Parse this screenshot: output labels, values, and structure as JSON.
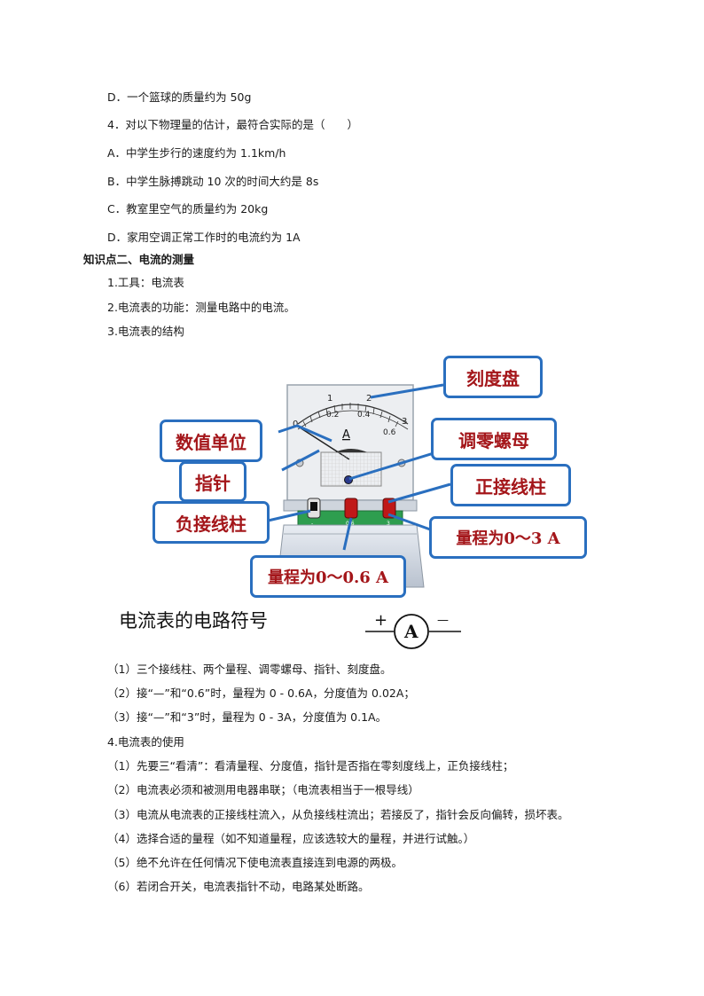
{
  "questions": {
    "q3_option_d": "D．一个篮球的质量约为 50g",
    "q4_stem": "4．对以下物理量的估计，最符合实际的是（　　）",
    "q4_option_a": "A．中学生步行的速度约为 1.1km/h",
    "q4_option_b": "B．中学生脉搏跳动 10 次的时间大约是 8s",
    "q4_option_c": "C．教室里空气的质量约为 20kg",
    "q4_option_d": "D．家用空调正常工作时的电流约为 1A"
  },
  "section": {
    "title": "知识点二、电流的测量",
    "item1": "1.工具：电流表",
    "item2": "2.电流表的功能：测量电路中的电流。",
    "item3": "3.电流表的结构"
  },
  "figure": {
    "scale_labels_top": [
      "1",
      "2"
    ],
    "scale_labels_bottom": [
      "0",
      "0.2",
      "0.4",
      "0.6"
    ],
    "scale_label_zero": "0",
    "scale_label_three": "3",
    "unit_letter": "A",
    "terminal_labels": [
      "-",
      "0.6",
      "3"
    ],
    "callouts": {
      "dial": "刻度盘",
      "unit": "数值单位",
      "zero_adjust": "调零螺母",
      "pointer": "指针",
      "positive_terminal": "正接线柱",
      "negative_terminal": "负接线柱",
      "range_3": "量程为0～3 A",
      "range_06": "量程为0～0.6 A"
    },
    "colors": {
      "callout_border": "#2a6fbf",
      "callout_text": "#a4161a",
      "base_green": "#2e9e4f"
    }
  },
  "symbol": {
    "label": "电流表的电路符号",
    "plus": "+",
    "minus": "—",
    "letter": "A"
  },
  "structure_notes": {
    "n1": "（1）三个接线柱、两个量程、调零螺母、指针、刻度盘。",
    "n2": "（2）接“—”和“0.6”时，量程为 0 - 0.6A，分度值为 0.02A；",
    "n3": "（3）接“—”和“3”时，量程为 0 - 3A，分度值为 0.1A。"
  },
  "usage": {
    "title": "4.电流表的使用",
    "u1": "（1）先要三“看清”：看清量程、分度值，指针是否指在零刻度线上，正负接线柱；",
    "u2": "（2）电流表必须和被测用电器串联；（电流表相当于一根导线）",
    "u3": "（3）电流从电流表的正接线柱流入，从负接线柱流出；若接反了，指针会反向偏转，损坏表。",
    "u4": "（4）选择合适的量程（如不知道量程，应该选较大的量程，并进行试触。）",
    "u5": "（5）绝不允许在任何情况下使电流表直接连到电源的两极。",
    "u6": "（6）若闭合开关，电流表指针不动，电路某处断路。"
  }
}
